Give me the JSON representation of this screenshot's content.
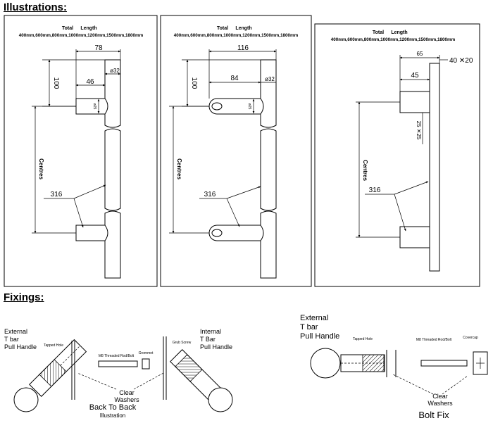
{
  "headings": {
    "illustrations": "Illustrations:",
    "fixings": "Fixings:"
  },
  "length_block": {
    "title_total": "Total",
    "title_length": "Length",
    "values": "400mm,600mm,800mm,1000mm,1200mm,1500mm,1800mm"
  },
  "panel1": {
    "dim_top": "78",
    "dim_mid": "46",
    "dim_dia": "ø32",
    "dim_height": "100",
    "dim_post": "ø25",
    "centres": "Centres",
    "dim_centres": "316"
  },
  "panel2": {
    "dim_top": "116",
    "dim_mid": "84",
    "dim_dia": "ø32",
    "dim_height": "100",
    "dim_post": "ø25",
    "centres": "Centres",
    "dim_centres": "316"
  },
  "panel3": {
    "dim_top": "65",
    "dim_bar": "40 ✕20",
    "dim_mid": "45",
    "dim_post": "25 ✕25",
    "centres": "Centres",
    "dim_centres": "316"
  },
  "fixings_left": {
    "external_line1": "External",
    "external_line2": "T bar",
    "external_line3": "Pull Handle",
    "internal_line1": "Internal",
    "internal_line2": "T Bar",
    "internal_line3": "Pull Handle",
    "tapped_hole": "Tapped Hole",
    "threaded_rod": "M8 Threaded Rod/Bolt",
    "grommet": "Grommet",
    "grub_screw": "Grub Screw",
    "clear": "Clear",
    "washers": "Washers",
    "caption": "Back To Back",
    "sub_caption": "Illustration"
  },
  "fixings_right": {
    "external_line1": "External",
    "external_line2": "T bar",
    "external_line3": "Pull Handle",
    "tapped_hole": "Tapped Hole",
    "threaded_rod": "M8 Threaded Rod/Bolt",
    "covercap": "Covercap",
    "clear": "Clear",
    "washers": "Washers",
    "caption": "Bolt Fix"
  }
}
